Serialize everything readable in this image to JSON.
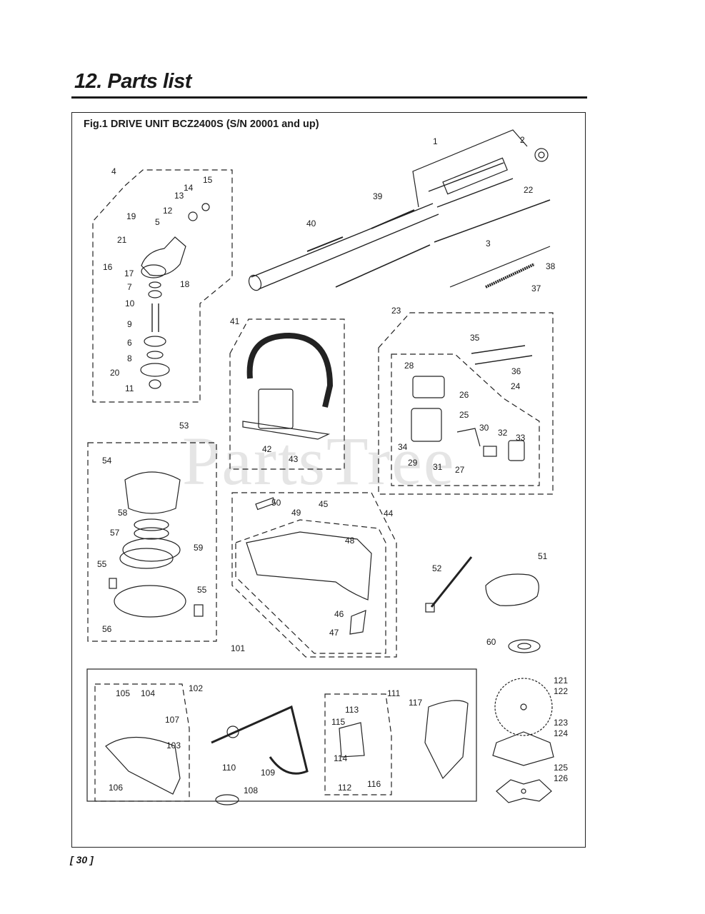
{
  "page": {
    "heading": "12. Parts list",
    "figure_title": "Fig.1 DRIVE UNIT  BCZ2400S  (S/N 20001 and up)",
    "page_number": "[ 30 ]",
    "watermark": "PartsTree"
  },
  "callouts": {
    "c1": "1",
    "c2": "2",
    "c3": "3",
    "c4": "4",
    "c5": "5",
    "c6": "6",
    "c7": "7",
    "c8": "8",
    "c9": "9",
    "c10": "10",
    "c11": "11",
    "c12": "12",
    "c13": "13",
    "c14": "14",
    "c15": "15",
    "c16": "16",
    "c17": "17",
    "c18": "18",
    "c19": "19",
    "c20": "20",
    "c21": "21",
    "c22": "22",
    "c23": "23",
    "c24": "24",
    "c25": "25",
    "c26": "26",
    "c27": "27",
    "c28": "28",
    "c29": "29",
    "c30": "30",
    "c31": "31",
    "c32": "32",
    "c33": "33",
    "c34": "34",
    "c35": "35",
    "c36": "36",
    "c37": "37",
    "c38": "38",
    "c39": "39",
    "c40": "40",
    "c41": "41",
    "c42": "42",
    "c43": "43",
    "c44": "44",
    "c45": "45",
    "c46": "46",
    "c47": "47",
    "c48": "48",
    "c49": "49",
    "c50": "50",
    "c51": "51",
    "c52": "52",
    "c53": "53",
    "c54": "54",
    "c55a": "55",
    "c55b": "55",
    "c56": "56",
    "c57": "57",
    "c58": "58",
    "c59": "59",
    "c60": "60",
    "c101": "101",
    "c102": "102",
    "c103": "103",
    "c104": "104",
    "c105": "105",
    "c106": "106",
    "c107": "107",
    "c108": "108",
    "c109": "109",
    "c110": "110",
    "c111": "111",
    "c112": "112",
    "c113": "113",
    "c114": "114",
    "c115": "115",
    "c116": "116",
    "c117": "117",
    "c121": "121",
    "c122": "122",
    "c123": "123",
    "c124": "124",
    "c125": "125",
    "c126": "126"
  }
}
